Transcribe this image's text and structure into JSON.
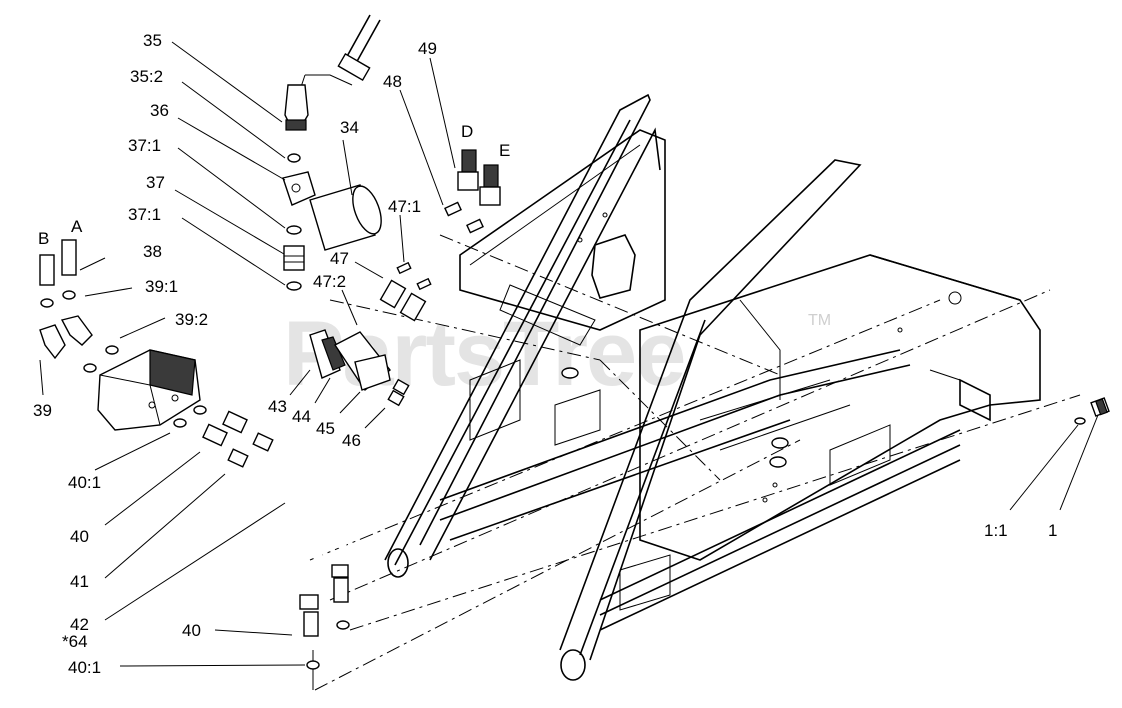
{
  "watermark": {
    "text": "PartsTree",
    "trademark": "TM"
  },
  "callouts": [
    {
      "id": "35",
      "text": "35"
    },
    {
      "id": "35-2",
      "text": "35:2"
    },
    {
      "id": "36",
      "text": "36"
    },
    {
      "id": "37-1a",
      "text": "37:1"
    },
    {
      "id": "37",
      "text": "37"
    },
    {
      "id": "37-1b",
      "text": "37:1"
    },
    {
      "id": "34",
      "text": "34"
    },
    {
      "id": "49",
      "text": "49"
    },
    {
      "id": "48",
      "text": "48"
    },
    {
      "id": "D",
      "text": "D"
    },
    {
      "id": "E",
      "text": "E"
    },
    {
      "id": "47-1",
      "text": "47:1"
    },
    {
      "id": "47",
      "text": "47"
    },
    {
      "id": "47-2",
      "text": "47:2"
    },
    {
      "id": "B",
      "text": "B"
    },
    {
      "id": "A",
      "text": "A"
    },
    {
      "id": "38",
      "text": "38"
    },
    {
      "id": "39-1",
      "text": "39:1"
    },
    {
      "id": "39-2",
      "text": "39:2"
    },
    {
      "id": "39",
      "text": "39"
    },
    {
      "id": "43",
      "text": "43"
    },
    {
      "id": "44",
      "text": "44"
    },
    {
      "id": "45",
      "text": "45"
    },
    {
      "id": "46",
      "text": "46"
    },
    {
      "id": "40-1a",
      "text": "40:1"
    },
    {
      "id": "40a",
      "text": "40"
    },
    {
      "id": "41",
      "text": "41"
    },
    {
      "id": "42",
      "text": "42"
    },
    {
      "id": "64",
      "text": "*64"
    },
    {
      "id": "40b",
      "text": "40"
    },
    {
      "id": "40-1b",
      "text": "40:1"
    },
    {
      "id": "1-1",
      "text": "1:1"
    },
    {
      "id": "1",
      "text": "1"
    }
  ]
}
